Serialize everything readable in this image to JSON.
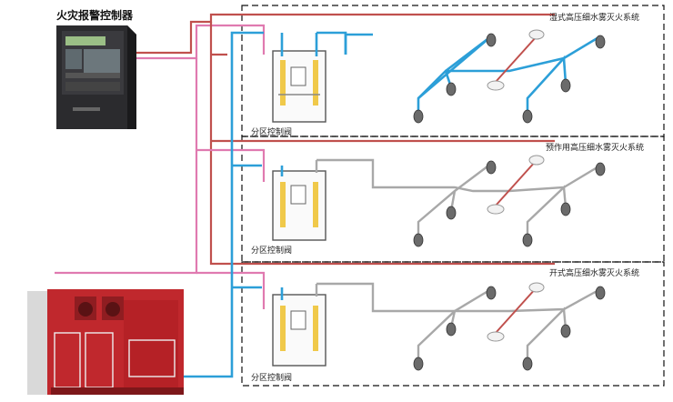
{
  "controller": {
    "title": "火灾报警控制器"
  },
  "systems": [
    {
      "id": "wet",
      "title": "湿式高压细水雾灭火系统",
      "valve_label": "分区控制阀",
      "pipe": "#2c9fd8"
    },
    {
      "id": "preaction",
      "title": "预作用高压细水雾灭火系统",
      "valve_label": "分区控制阀",
      "pipe": "#a8a8a8"
    },
    {
      "id": "open",
      "title": "开式高压细水雾灭火系统",
      "valve_label": "分区控制阀",
      "pipe": "#a8a8a8"
    }
  ],
  "colors": {
    "supply_pipe": "#2c9fd8",
    "signal_red": "#c0504d",
    "signal_pink": "#e07ab0",
    "pump_red": "#c0282d",
    "cabinet": "#2b2b2e"
  }
}
